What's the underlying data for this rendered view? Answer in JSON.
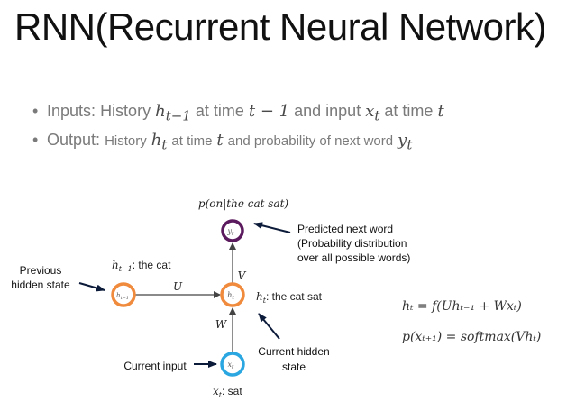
{
  "title": "RNN(Recurrent Neural Network)",
  "bullets": [
    {
      "label": "Inputs:",
      "t1": "History",
      "m1": "h",
      "m1sub": "t−1",
      "t2": "at time",
      "m2": "t − 1",
      "t3": "and input",
      "m3": "x",
      "m3sub": "t",
      "t4": "at time",
      "m4": "t"
    },
    {
      "label": "Output:",
      "t1": "History",
      "m1": "h",
      "m1sub": "t",
      "t2": "at time",
      "m2": "t",
      "t3": "and probability of next word",
      "m3": "y",
      "m3sub": "t"
    }
  ],
  "diagram": {
    "prob_label": "p(on|the cat sat)",
    "node_y": "y",
    "node_y_sub": "t",
    "node_h_prev": "h",
    "node_h_prev_sub": "t−1",
    "node_h": "h",
    "node_h_sub": "t",
    "node_x": "x",
    "node_x_sub": "t",
    "weight_u": "U",
    "weight_v": "V",
    "weight_w": "W",
    "h_prev_label_math": "h",
    "h_prev_label_sub": "t−1",
    "h_prev_label_text": ": the cat",
    "h_label_math": "h",
    "h_label_sub": "t",
    "h_label_text": ": the cat sat",
    "x_label_math": "x",
    "x_label_sub": "t",
    "x_label_text": ": sat",
    "predicted_line1": "Predicted next word",
    "predicted_line2": "(Probability distribution",
    "predicted_line3": "over all possible words)",
    "previous_line1": "Previous",
    "previous_line2": "hidden state",
    "current_hidden_line1": "Current hidden",
    "current_hidden_line2": "state",
    "current_input": "Current input",
    "eq1": "hₜ = f(Uhₜ₋₁ + Wxₜ)",
    "eq2": "p(xₜ₊₁) = softmax(Vhₜ)"
  },
  "colors": {
    "orange": "#f08a3c",
    "purple": "#5b1a5e",
    "blue": "#2aa6e0",
    "arrow": "#0d1b3a",
    "line": "#444444"
  }
}
